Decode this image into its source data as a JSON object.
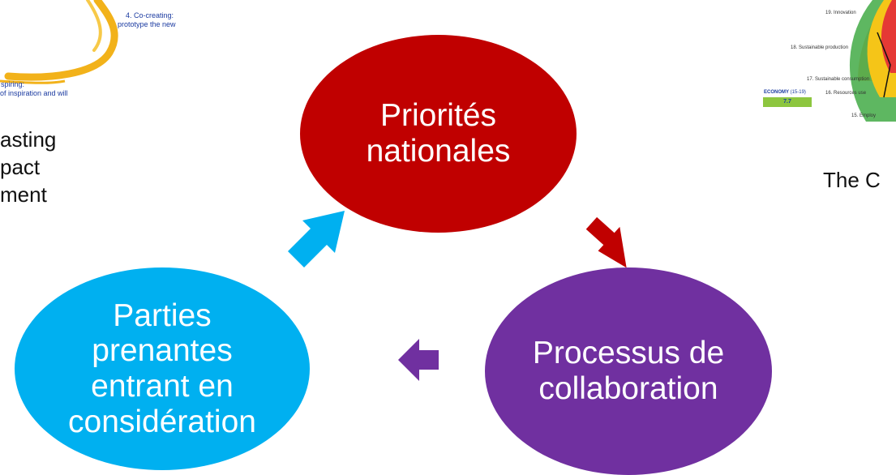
{
  "top_left_fragment": {
    "step4_line1": "4. Co-creating:",
    "step4_line2": "prototype the new",
    "step5_line1": "spiring:",
    "step5_line2": "of inspiration and will"
  },
  "left_cutoff_text": [
    "asting",
    "pact",
    "ment"
  ],
  "top_right_fragment": {
    "labels": {
      "innovation": "19. Innovation",
      "sustainable_production": "18. Sustainable production",
      "sustainable_consumption": "17. Sustainable consumption",
      "economy": "ECONOMY",
      "economy_range": "(15-19)",
      "resources_use": "16. Resources use",
      "employ": "15. Employ"
    },
    "economy_score": "7.7",
    "caption": "The C",
    "colors": {
      "economy_box": "#8dc63f",
      "ring_green": "#4caf50",
      "ring_yellow": "#f5c518",
      "ring_red": "#e53935",
      "ring_orange": "#f28c28"
    }
  },
  "cycle": {
    "nodes": {
      "top": {
        "lines": [
          "Priorités",
          "nationales"
        ],
        "color": "#c00000"
      },
      "right": {
        "lines": [
          "Processus de",
          "collaboration"
        ],
        "color": "#7030a0"
      },
      "left": {
        "lines": [
          "Parties",
          "prenantes",
          "entrant en",
          "considération"
        ],
        "color": "#00b0f0"
      }
    },
    "arrows": {
      "top_to_right": {
        "color": "#c00000",
        "direction": "down-right"
      },
      "right_to_left": {
        "color": "#7030a0",
        "direction": "left"
      },
      "left_to_top": {
        "color": "#00b0f0",
        "direction": "up-right"
      }
    }
  }
}
